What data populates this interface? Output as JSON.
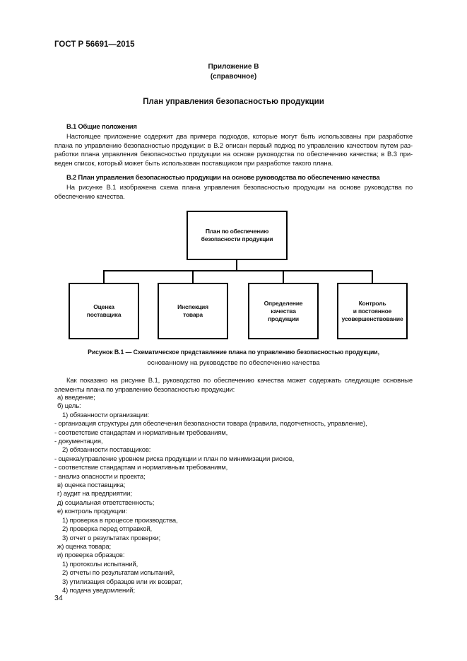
{
  "page": {
    "header": "ГОСТ Р 56691—2015",
    "page_number": "34"
  },
  "appendix": {
    "label": "Приложение В",
    "note": "(справочное)",
    "title": "План управления безопасностью продукции"
  },
  "section_b1": {
    "heading": "В.1 Общие положения",
    "paragraph_lines": [
      "Настоящее приложение содержит два примера подходов, которые могут быть использованы при разработке",
      "плана по управлению безопасностью продукции: в В.2 описан первый подход по управлению качеством путем раз-",
      "работки плана управления безопасностью продукции на основе руководства по обеспечению качества; в В.3 при-",
      "веден список, который может быть использован поставщиком при разработке такого плана."
    ]
  },
  "section_b2": {
    "heading": "В.2 План управления безопасностью продукции на основе руководства по обеспечению качества",
    "paragraph_lines": [
      "На рисунке В.1 изображена схема плана управления безопасностью продукции на основе руководства по",
      "обеспечению качества."
    ]
  },
  "diagram": {
    "root": {
      "lines": [
        "План по обеспечению",
        "безопасности продукции"
      ]
    },
    "children": [
      {
        "lines": [
          "Оценка",
          "поставщика"
        ]
      },
      {
        "lines": [
          "Инспекция",
          "товара"
        ]
      },
      {
        "lines": [
          "Определение",
          "качества",
          "продукции"
        ]
      },
      {
        "lines": [
          "Контроль",
          "и постоянное",
          "усовершенствование"
        ]
      }
    ]
  },
  "figure_caption": {
    "bold_line": "Рисунок В.1 — Схематическое представление плана по управлению безопасностью продукции,",
    "normal_line": "основанному на руководстве по обеспечению качества"
  },
  "after_figure": {
    "paragraph_lines": [
      "Как показано на рисунке В.1, руководство по обеспечению качества может содержать следующие основные",
      "элементы плана по управлению безопасностью продукции:"
    ]
  },
  "list": {
    "items": [
      {
        "level": "letter",
        "text": "а) введение;"
      },
      {
        "level": "letter",
        "text": "б) цель:"
      },
      {
        "level": "number",
        "text": "1) обязанности организации:"
      },
      {
        "level": "dash",
        "text": "- организация структуры для обеспечения безопасности товара (правила, подотчетность, управление),"
      },
      {
        "level": "dash",
        "text": "- соответствие стандартам и нормативным требованиям,"
      },
      {
        "level": "dash",
        "text": "- документация,"
      },
      {
        "level": "number",
        "text": "2) обязанности поставщиков:"
      },
      {
        "level": "dash",
        "text": "- оценка/управление уровнем риска продукции и план по минимизации рисков,"
      },
      {
        "level": "dash",
        "text": "- соответствие стандартам и нормативным требованиям,"
      },
      {
        "level": "dash",
        "text": "- анализ опасности и проекта;"
      },
      {
        "level": "letter",
        "text": "в) оценка поставщика;"
      },
      {
        "level": "letter",
        "text": "г) аудит на предприятии;"
      },
      {
        "level": "letter",
        "text": "д) социальная ответственность;"
      },
      {
        "level": "letter",
        "text": "е) контроль продукции:"
      },
      {
        "level": "number",
        "text": "1) проверка в процессе производства,"
      },
      {
        "level": "number",
        "text": "2) проверка перед отправкой,"
      },
      {
        "level": "number",
        "text": "3) отчет о результатах проверки;"
      },
      {
        "level": "letter",
        "text": "ж) оценка товара;"
      },
      {
        "level": "letter",
        "text": "и) проверка образцов:"
      },
      {
        "level": "number",
        "text": "1) протоколы испытаний,"
      },
      {
        "level": "number",
        "text": "2) отчеты по результатам испытаний,"
      },
      {
        "level": "number",
        "text": "3) утилизация образцов или их возврат,"
      },
      {
        "level": "number",
        "text": "4) подача уведомлений;"
      }
    ]
  }
}
